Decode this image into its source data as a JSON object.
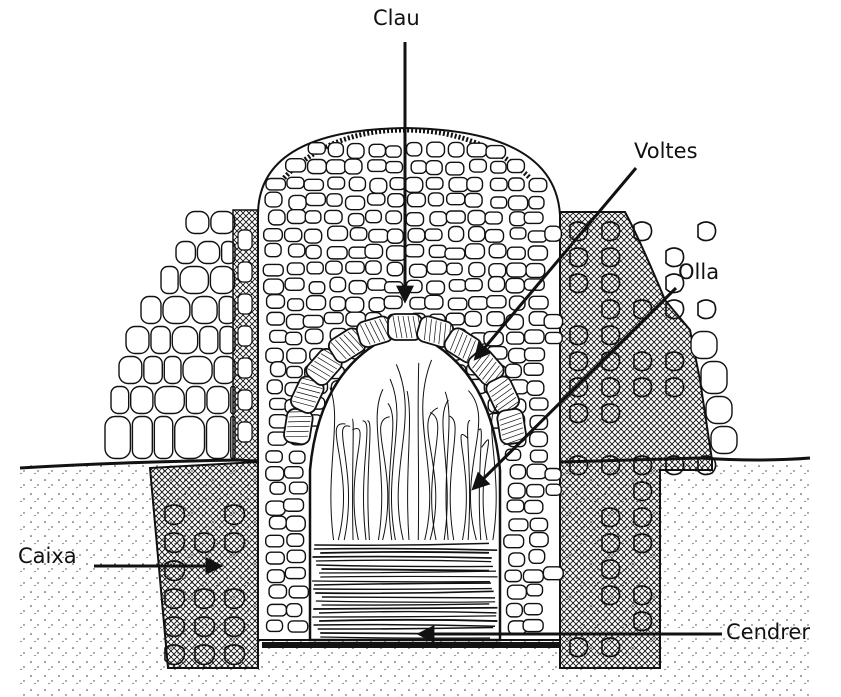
{
  "figure": {
    "subject": "lime kiln cross-section",
    "colors": {
      "ink": "#111111",
      "paper": "#ffffff"
    }
  },
  "labels": {
    "clau": "Clau",
    "voltes": "Voltes",
    "olla": "Olla",
    "caixa": "Caixa",
    "cendrer": "Cendrer"
  }
}
